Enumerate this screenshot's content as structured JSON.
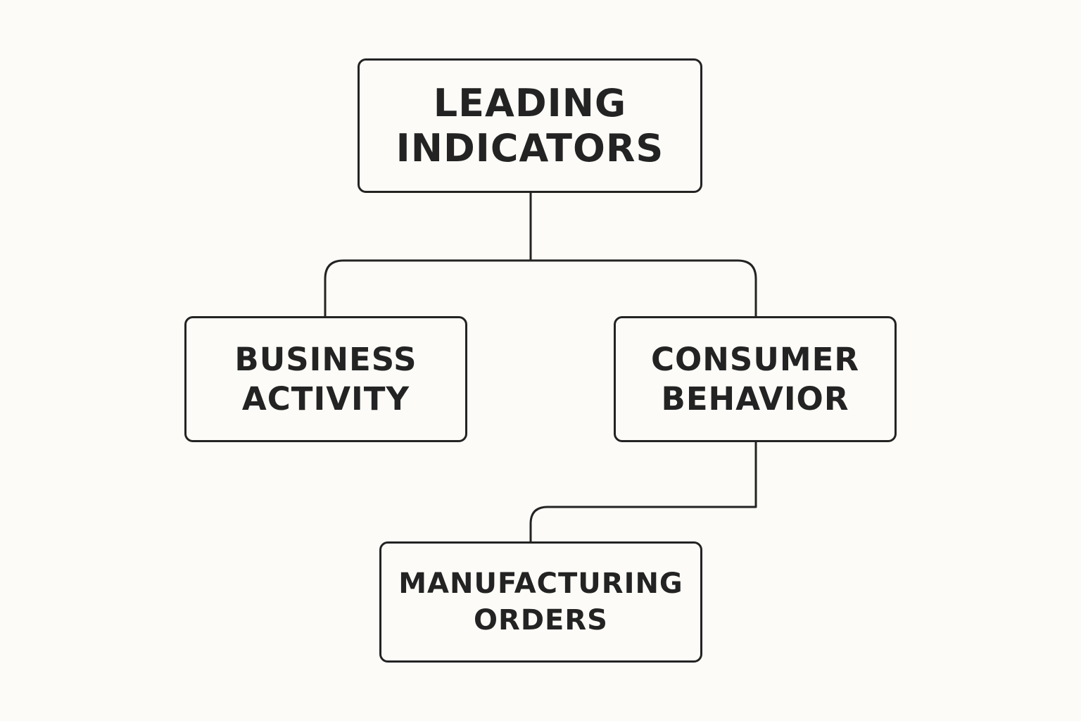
{
  "diagram": {
    "root": {
      "line1": "LEADING",
      "line2": "INDICATORS"
    },
    "business": {
      "line1": "BUSINESS",
      "line2": "ACTIVITY"
    },
    "consumer": {
      "line1": "CONSUMER",
      "line2": "BEHAVIOR"
    },
    "manufacturing": {
      "line1": "MANUFACTURING",
      "line2": "ORDERS"
    }
  },
  "colors": {
    "background": "#fcfbf7",
    "stroke": "#232323",
    "text": "#232323"
  }
}
